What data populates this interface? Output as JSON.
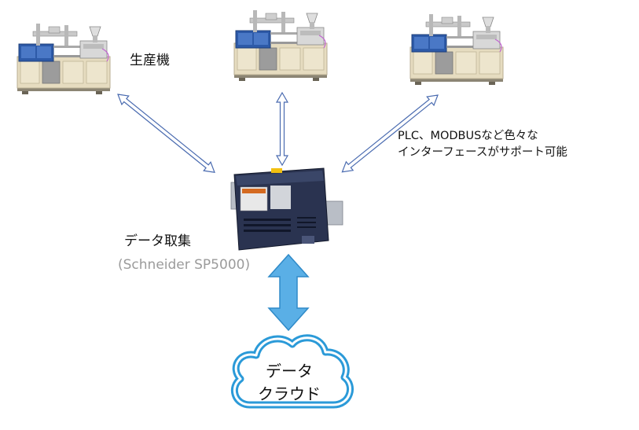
{
  "labels": {
    "machines": "生産機",
    "protocols_line1": "PLC、MODBUSなど色々な",
    "protocols_line2": "インターフェースがサポート可能",
    "collection": "データ取集",
    "device_model": "(Schneider SP5000)",
    "cloud_line1": "データ",
    "cloud_line2": "クラウド"
  },
  "colors": {
    "machine_blue": "#2d5aa8",
    "machine_body": "#e6dcc0",
    "arrow_outline": "#4a6bb0",
    "big_arrow_fill": "#5aafe6",
    "big_arrow_stroke": "#2f8ac8",
    "cloud_stroke": "#2b9ad8",
    "device_dark": "#2a3350",
    "model_text": "#9b9b9b"
  },
  "icons": [
    "injection-molding-machine-icon",
    "hmi-data-collector-icon",
    "cloud-icon",
    "bidirectional-arrow-icon"
  ]
}
